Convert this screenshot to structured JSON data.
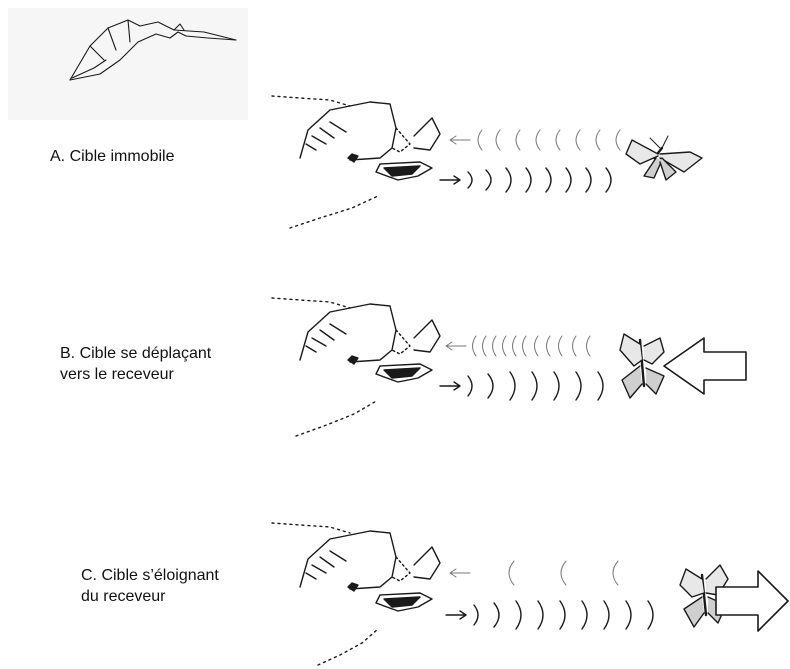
{
  "panels": [
    {
      "id": "a",
      "line1": "A. Cible immobile",
      "line2": ""
    },
    {
      "id": "b",
      "line1": "B. Cible se déplaçant",
      "line2": "vers le receveur"
    },
    {
      "id": "c",
      "line1": "C. Cible s’éloignant",
      "line2": "du receveur"
    }
  ],
  "colors": {
    "ink": "#1a1a1a",
    "thumb_bg": "#f6f6f6",
    "page_bg": "#ffffff"
  }
}
